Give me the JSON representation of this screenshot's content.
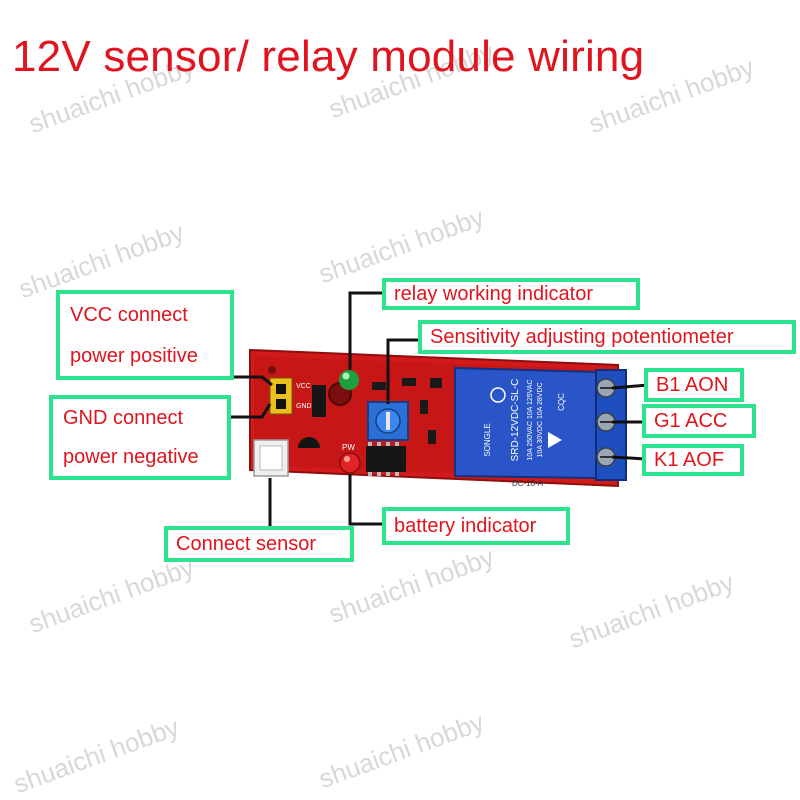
{
  "title": "12V sensor/ relay module wiring",
  "watermark": "shuaichi hobby",
  "labels": {
    "vcc_line1": "VCC connect",
    "vcc_line2": "power positive",
    "gnd_line1": "GND connect",
    "gnd_line2": "power negative",
    "relay_indicator": "relay working indicator",
    "potentiometer": "Sensitivity adjusting potentiometer",
    "b1": "B1 AON",
    "g1": "G1 ACC",
    "k1": "K1 AOF",
    "battery_indicator": "battery indicator",
    "connect_sensor": "Connect sensor"
  },
  "pcb_text": {
    "vcc": "VCC",
    "gnd": "GND",
    "pw": "PW",
    "relay_model": "SRD-12VDC-SL-C",
    "relay_rating1": "10A 250VAC  10A 125VAC",
    "relay_rating2": "10A 30VDC  10A 28VDC",
    "brand": "SONGLE",
    "cqc": "CQC",
    "board_code": "DC-10-A"
  },
  "colors": {
    "title": "#e0141e",
    "label_text": "#e0141e",
    "label_border": "#2de38e",
    "pcb": "#d21a1a",
    "relay": "#2a55c8",
    "terminal": "#1f4fbf",
    "leader": "#111111"
  }
}
